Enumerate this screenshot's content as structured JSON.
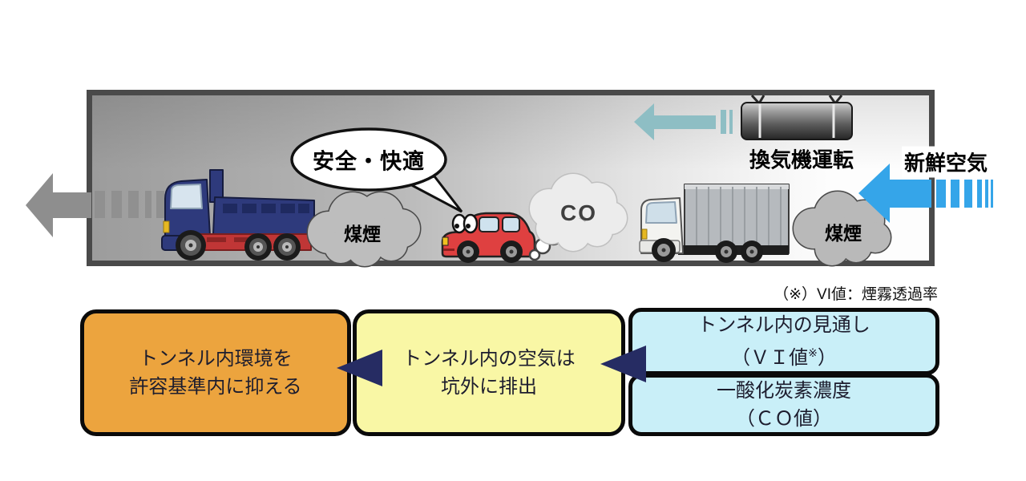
{
  "tunnel": {
    "speech_bubble_label": "安全・快適",
    "smoke_left_label": "煤煙",
    "co_cloud_label": "CO",
    "smoke_right_label": "煤煙",
    "fan_label": "換気機運転",
    "fresh_air_label": "新鮮空気"
  },
  "note_text": "（※）VI値：煙霧透過率",
  "flow": {
    "result_box": {
      "line1": "トンネル内環境を",
      "line2": "許容基準内に抑える"
    },
    "exhaust_box": {
      "line1": "トンネル内の空気は",
      "line2": "坑外に排出"
    },
    "visibility_box": {
      "line1": "トンネル内の見通し",
      "line2_prefix": "（ＶＩ値",
      "line2_sup": "※",
      "line2_suffix": "）"
    },
    "co_box": {
      "line1": "一酸化炭素濃度",
      "line2": "（ＣＯ値）"
    }
  },
  "colors": {
    "result_box_fill": "#eca43e",
    "exhaust_box_fill": "#f9f7a5",
    "measure_box_fill": "#c9eff8",
    "flow_arrow_navy": "#262c63",
    "fresh_air_blue": "#35a5e9",
    "fan_flow_teal": "#8ebec4",
    "exit_flow_gray": "#8e8e8e",
    "tunnel_border": "#4a4a4a",
    "dump_truck_navy": "#2e3a7c",
    "car_red": "#df4040"
  }
}
